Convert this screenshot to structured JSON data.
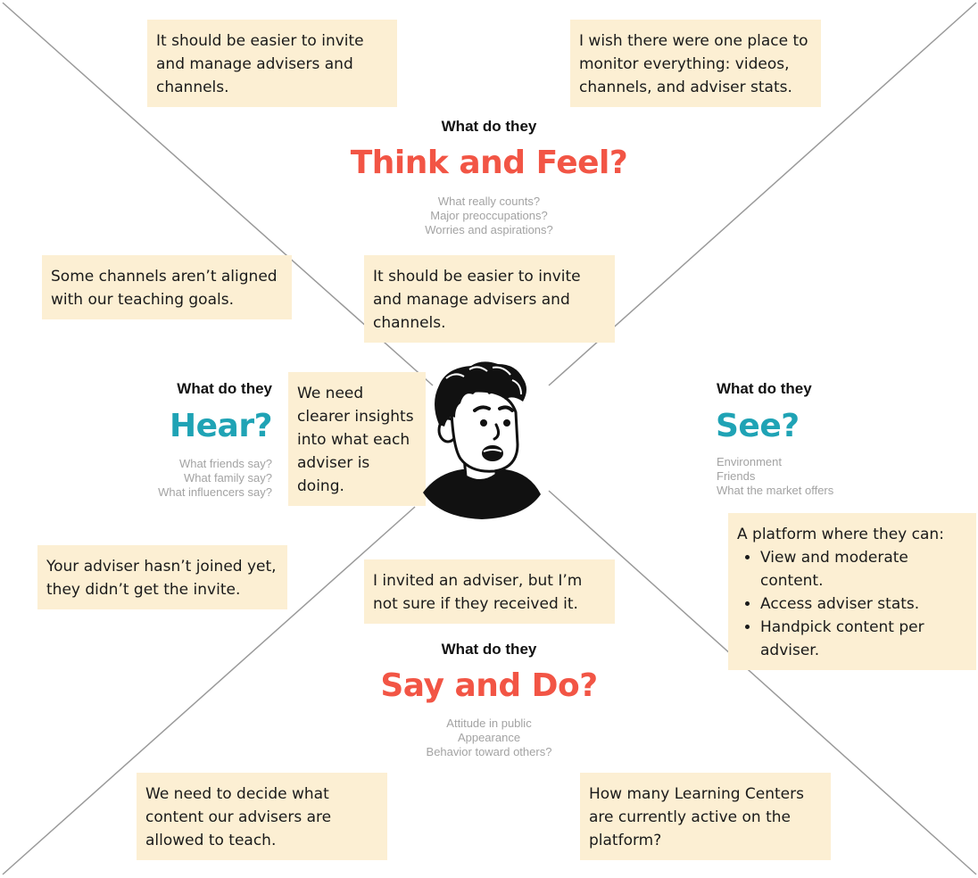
{
  "colors": {
    "note_background": "#fcefd3",
    "think_say_accent": "#f25545",
    "hear_see_accent": "#1fa3b5",
    "prompt_gray": "#a3a3a3",
    "divider_gray": "#9a9a9a"
  },
  "think": {
    "heading": "What do they",
    "title": "Think and Feel?",
    "prompts": [
      "What really counts?",
      "Major preoccupations?",
      "Worries and aspirations?"
    ],
    "notes": [
      "It should be easier to invite and manage advisers and channels.",
      "I wish there were one place to monitor everything: videos, channels, and adviser stats.",
      "It should be easier to invite and manage advisers and channels."
    ]
  },
  "hear": {
    "heading": "What do they",
    "title": "Hear?",
    "prompts": [
      "What friends say?",
      "What family say?",
      "What influencers say?"
    ],
    "notes": [
      "Some channels aren’t aligned with our teaching goals.",
      "We need clearer insights into what each adviser is doing.",
      "Your adviser hasn’t joined yet, they didn’t get the invite."
    ]
  },
  "see": {
    "heading": "What do they",
    "title": "See?",
    "prompts": [
      "Environment",
      "Friends",
      "What the market offers"
    ],
    "note_intro": "A platform where they can:",
    "note_items": [
      "View and moderate content.",
      "Access adviser stats.",
      "Handpick content per adviser."
    ]
  },
  "say": {
    "heading": "What do they",
    "title": "Say and Do?",
    "prompts": [
      "Attitude in public",
      "Appearance",
      "Behavior toward others?"
    ],
    "notes": [
      "I invited an adviser, but I’m not sure if they received it.",
      "We need to decide what content our advisers are allowed to teach.",
      "How many Learning Centers are currently active on the platform?"
    ]
  },
  "persona": {
    "icon": "person-avatar-icon"
  }
}
